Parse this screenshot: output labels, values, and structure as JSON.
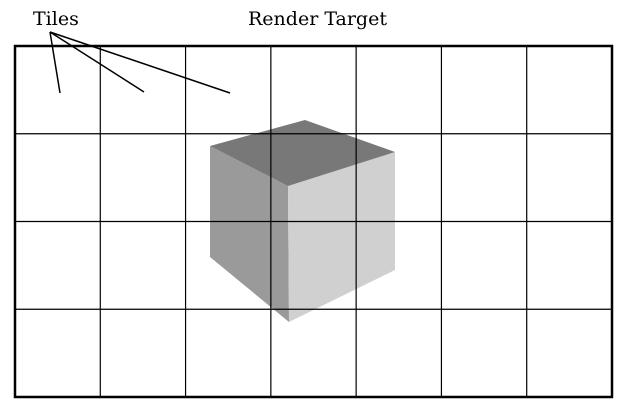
{
  "labels": {
    "tiles": "Tiles",
    "render_target": "Render Target"
  },
  "grid": {
    "columns": 7,
    "rows": 4
  },
  "cube": {
    "top_face_color": "#787878",
    "left_face_color": "#9a9a9a",
    "right_face_color": "#d0d0d0"
  },
  "colors": {
    "line": "#000000",
    "background": "#ffffff"
  }
}
